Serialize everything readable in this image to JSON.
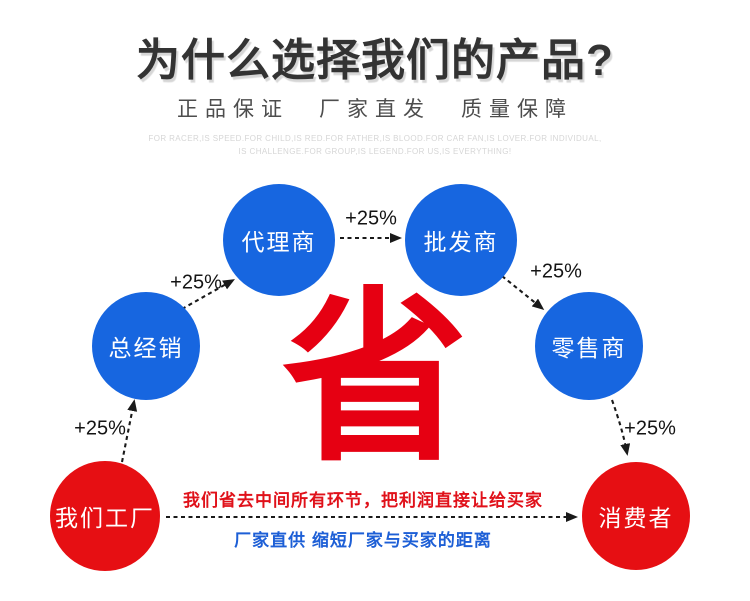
{
  "header": {
    "title": "为什么选择我们的产品?",
    "badges": [
      "正品保证",
      "厂家直发",
      "质量保障"
    ],
    "tagline_line1": "FOR RACER,IS SPEED.FOR CHILD,IS RED.FOR FATHER,IS BLOOD.FOR CAR FAN,IS LOVER.FOR INDIVIDUAL,",
    "tagline_line2": "IS CHALLENGE.FOR GROUP,IS LEGEND.FOR US,IS EVERYTHING!"
  },
  "diagram": {
    "center_character": "省",
    "nodes": [
      {
        "id": "factory",
        "label": "我们工厂",
        "color": "#e60f13"
      },
      {
        "id": "general-distributor",
        "label": "总经销",
        "color": "#1766e0"
      },
      {
        "id": "agent",
        "label": "代理商",
        "color": "#1766e0"
      },
      {
        "id": "wholesaler",
        "label": "批发商",
        "color": "#1766e0"
      },
      {
        "id": "retailer",
        "label": "零售商",
        "color": "#1766e0"
      },
      {
        "id": "consumer",
        "label": "消费者",
        "color": "#e60f13"
      }
    ],
    "increments": [
      "+25%",
      "+25%",
      "+25%",
      "+25%",
      "+25%"
    ],
    "slogan_red": "我们省去中间所有环节，把利润直接让给买家",
    "slogan_blue": "厂家直供 缩短厂家与买家的距离"
  },
  "colors": {
    "circle_blue": "#1766e0",
    "circle_red": "#e60f13",
    "save_char_red": "#e60012",
    "slogan_red": "#e0111a",
    "slogan_blue": "#1d5fd6",
    "arrow_black": "#1a1a1a",
    "title_dark": "#333333",
    "subtitle_gray": "#4d4d4d",
    "tagline_light_gray": "#d6d6d6"
  }
}
